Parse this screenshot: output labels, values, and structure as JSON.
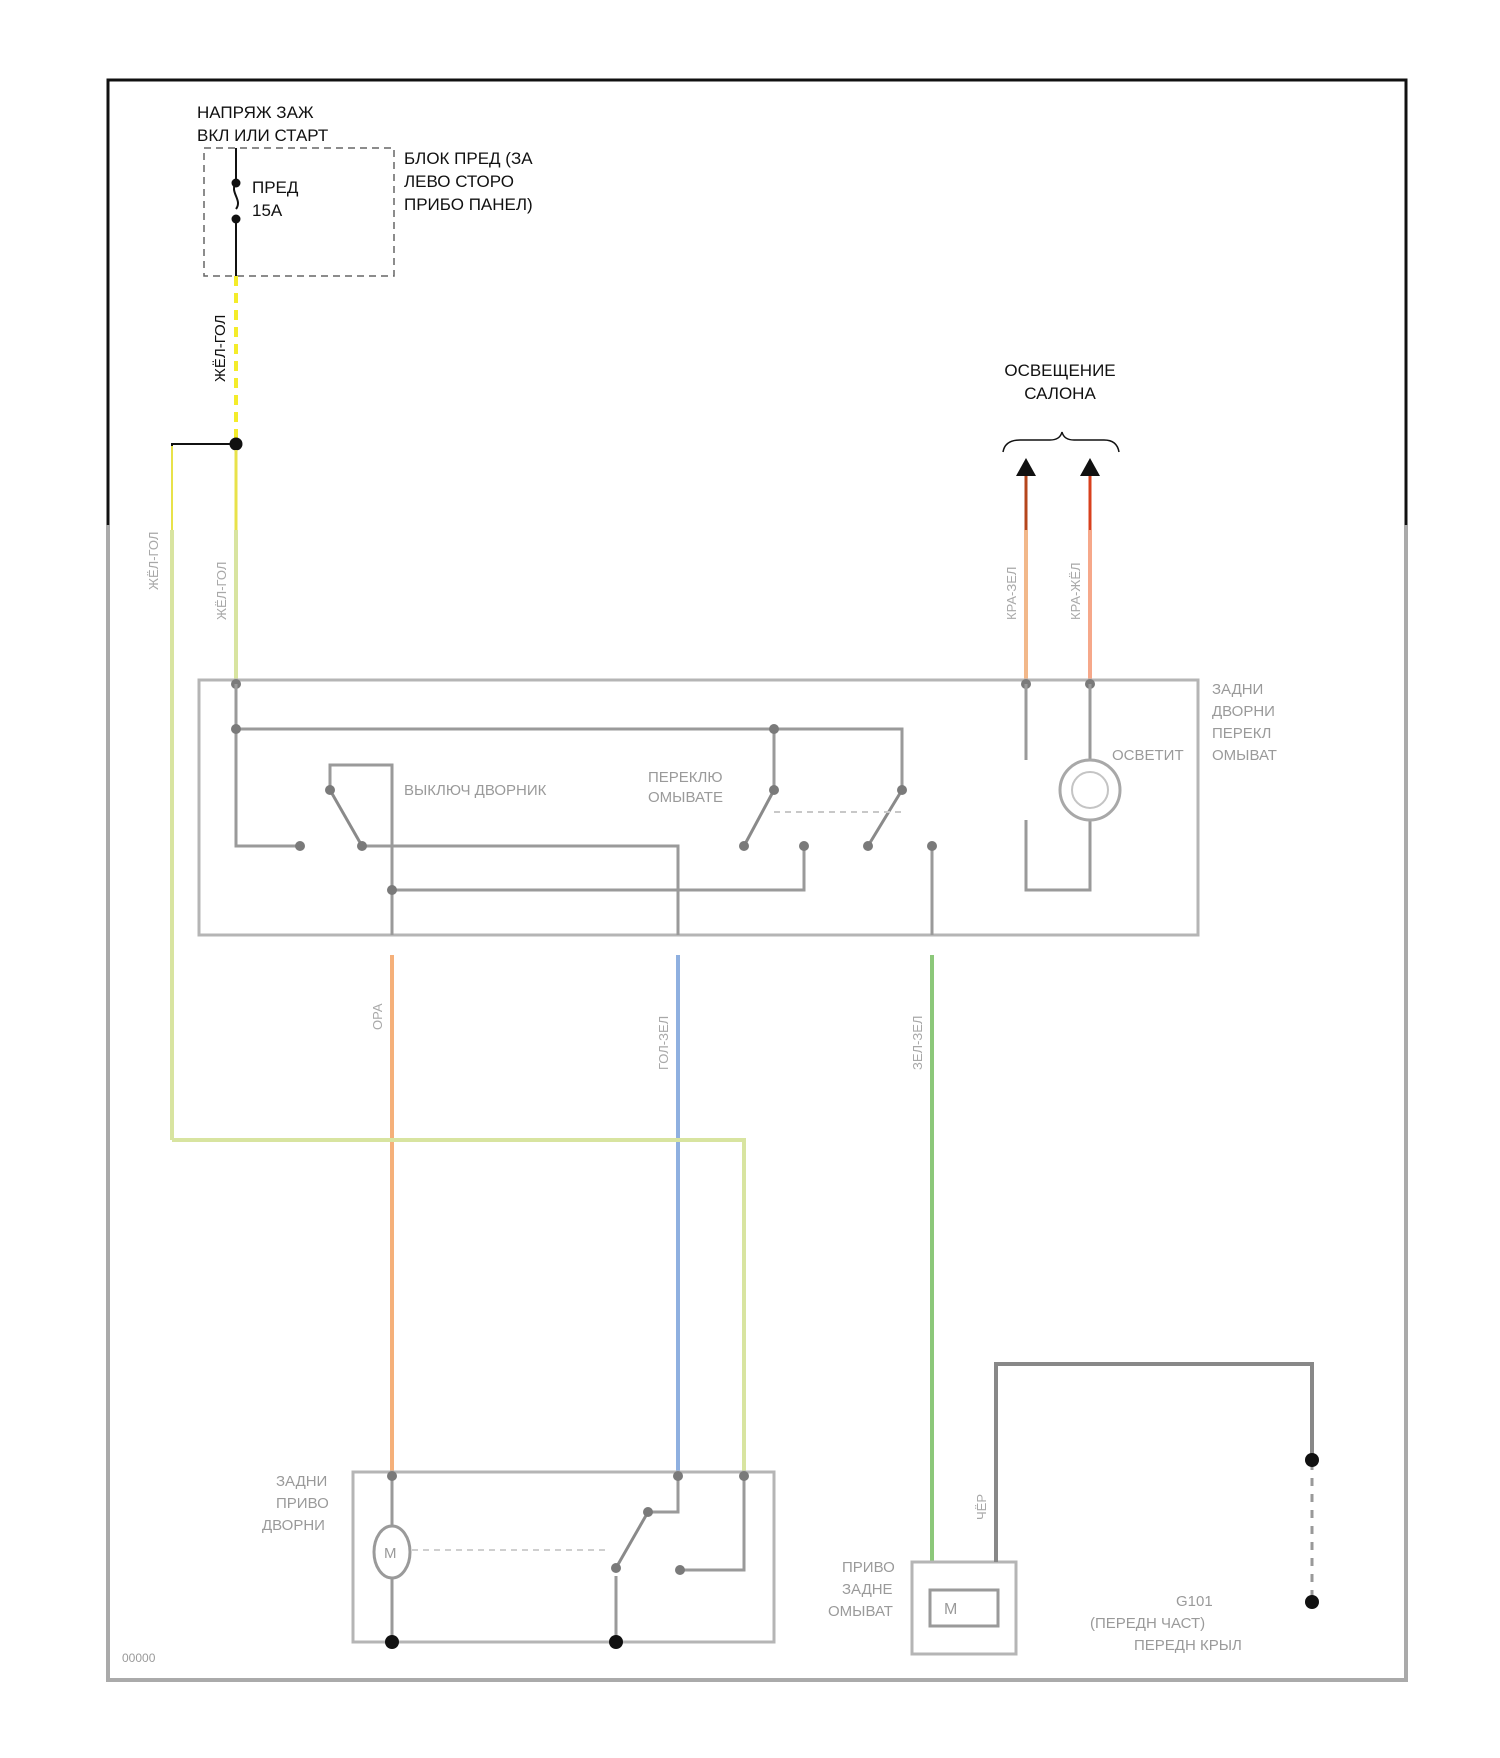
{
  "labels": {
    "ignition": [
      "НАПРЯЖ ЗАЖ",
      "ВКЛ ИЛИ СТАРТ"
    ],
    "fuse_block": [
      "БЛОК ПРЕД (ЗА",
      "ЛЕВО СТОРО",
      "ПРИБО ПАНЕЛ)"
    ],
    "fuse": [
      "ПРЕД",
      "15A"
    ],
    "interior_light": [
      "ОСВЕЩЕНИЕ",
      "САЛОНА"
    ]
  },
  "wires": {
    "feed_wire": "ЖЁЛ-ГОЛ"
  },
  "colors": {
    "frame": "#111111",
    "dim_frame": "#aaaaaa",
    "wire_yellow": "#f4ec2a",
    "wire_yellow_green": "#d8e4a0",
    "wire_orange": "#f5b07a",
    "wire_blue": "#8fb0e0",
    "wire_green": "#8cc87a",
    "wire_red_orange": "#c0392b"
  }
}
